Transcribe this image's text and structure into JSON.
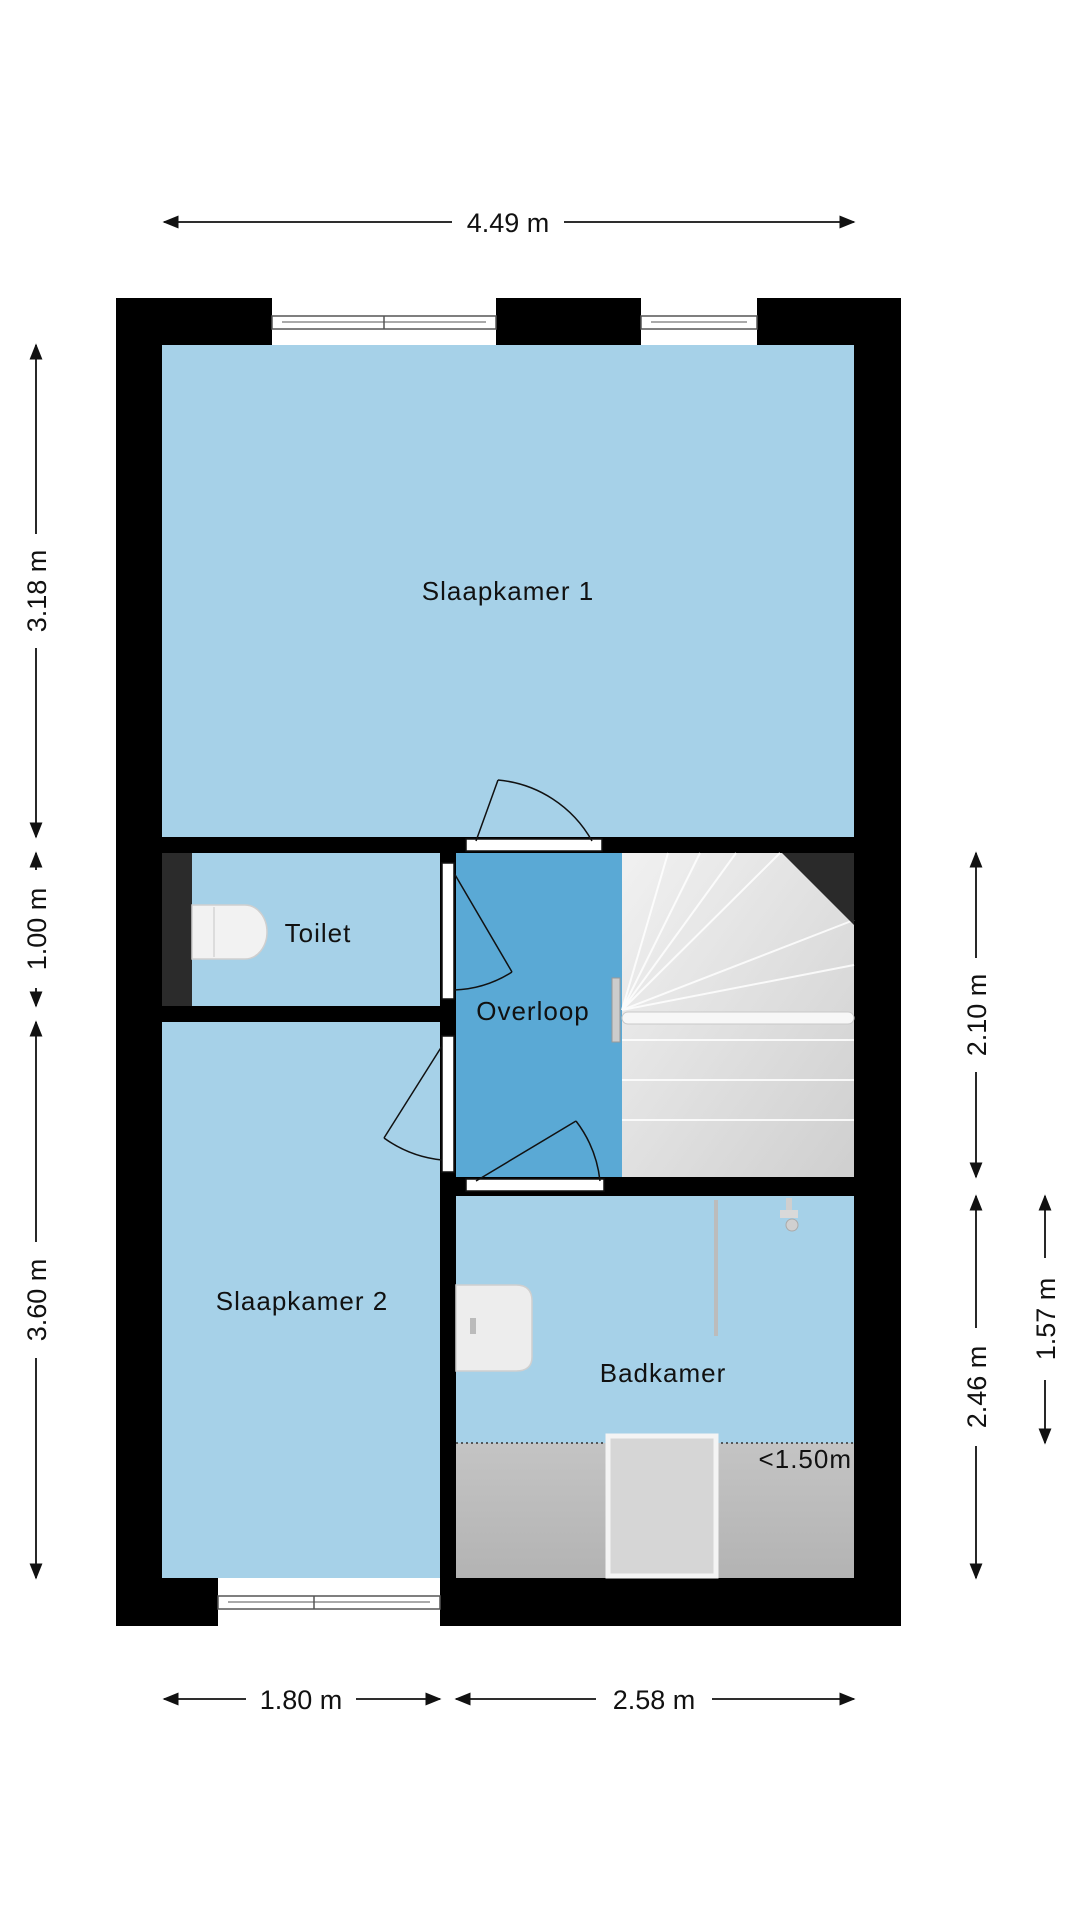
{
  "rooms": {
    "slaapkamer1": "Slaapkamer 1",
    "toilet": "Toilet",
    "overloop": "Overloop",
    "slaapkamer2": "Slaapkamer 2",
    "badkamer": "Badkamer"
  },
  "annotations": {
    "low_ceiling": "<1.50m"
  },
  "dimensions": {
    "top_width": "4.49 m",
    "bottom_left_width": "1.80 m",
    "bottom_right_width": "2.58 m",
    "left_top": "3.18 m",
    "left_middle": "1.00 m",
    "left_bottom": "3.60 m",
    "right_stair": "2.10 m",
    "right_bath": "2.46 m",
    "right_bath_low": "1.57 m"
  },
  "colors": {
    "room_fill": "#a6d1e8",
    "landing_fill": "#5aa9d5",
    "wall": "#000000",
    "stairs": "#d8d8d8",
    "low_area": "#bdbdbd"
  }
}
